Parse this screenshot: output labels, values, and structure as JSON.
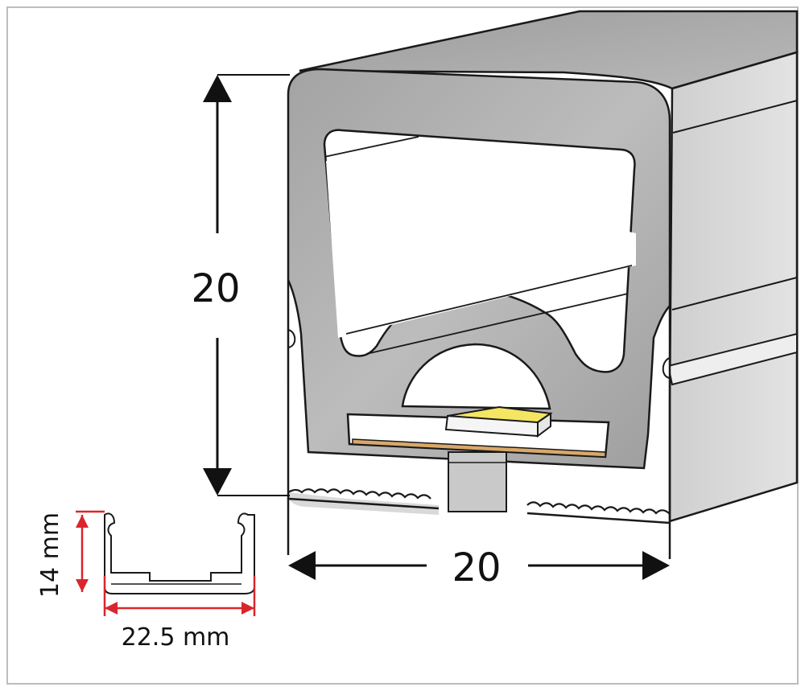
{
  "dimensions": {
    "height_label": "20",
    "width_label": "20"
  },
  "inset": {
    "height_label": "14 mm",
    "width_label": "22.5 mm"
  },
  "colors": {
    "profile_body": "#a6a6a6",
    "outline": "#1a1a1a",
    "led_chip": "#f7ea7a",
    "pcb_strip": "#d9a86a",
    "dimension_arrow": "#111111",
    "inset_dimension": "#d9262c",
    "frame_border": "#bdbdbd"
  }
}
